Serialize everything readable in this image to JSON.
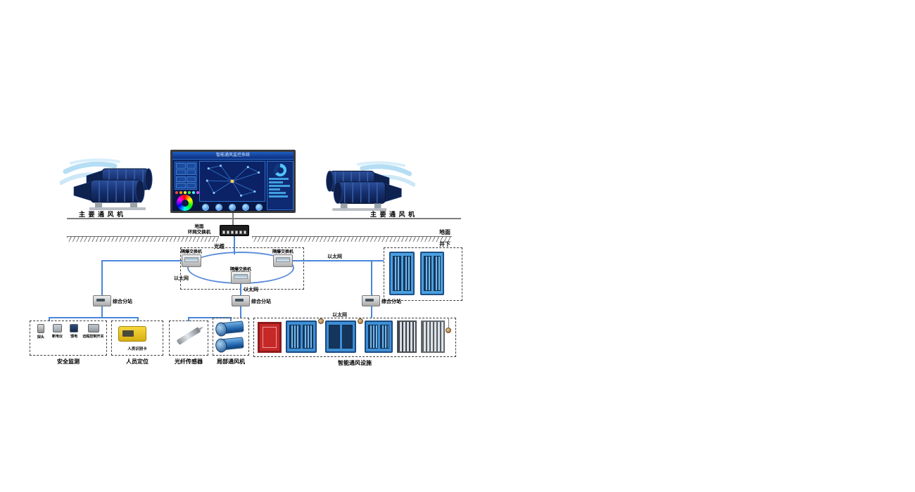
{
  "fans": {
    "left_label": "主 要 通 风 机",
    "right_label": "主 要 通 风 机"
  },
  "screen": {
    "title": "智能通风监控系统"
  },
  "network": {
    "surface_switch_name_l1": "地面",
    "surface_switch_name_l2": "环网交换机",
    "cable_label": "光缆",
    "ground_label": "地面",
    "underground_label": "井下",
    "ring_switch_left": "隔爆交换机",
    "ring_switch_right": "隔爆交换机",
    "ring_switch_bottom": "隔爆交换机",
    "ethernet": [
      "以太网",
      "以太网",
      "以太网",
      "以太网"
    ]
  },
  "substations": {
    "s1": "综合分站",
    "s2": "综合分站",
    "s3": "综合分站"
  },
  "groups": {
    "safety": {
      "label": "安全监测",
      "items": [
        "探头",
        "断电仪",
        "馈电",
        "远程控制开关"
      ]
    },
    "personnel": {
      "label": "人员定位",
      "device_label": "人员识别卡"
    },
    "fiber": {
      "label": "光纤传感器"
    },
    "localfan": {
      "label": "局部通风机"
    },
    "smart": {
      "label": "智能通风设施"
    }
  },
  "colors": {
    "line_blue": "#4a86d8",
    "screen_bg": "#081c52",
    "door_red": "#c62828",
    "cabinet_blue": "#3f8fd6"
  }
}
